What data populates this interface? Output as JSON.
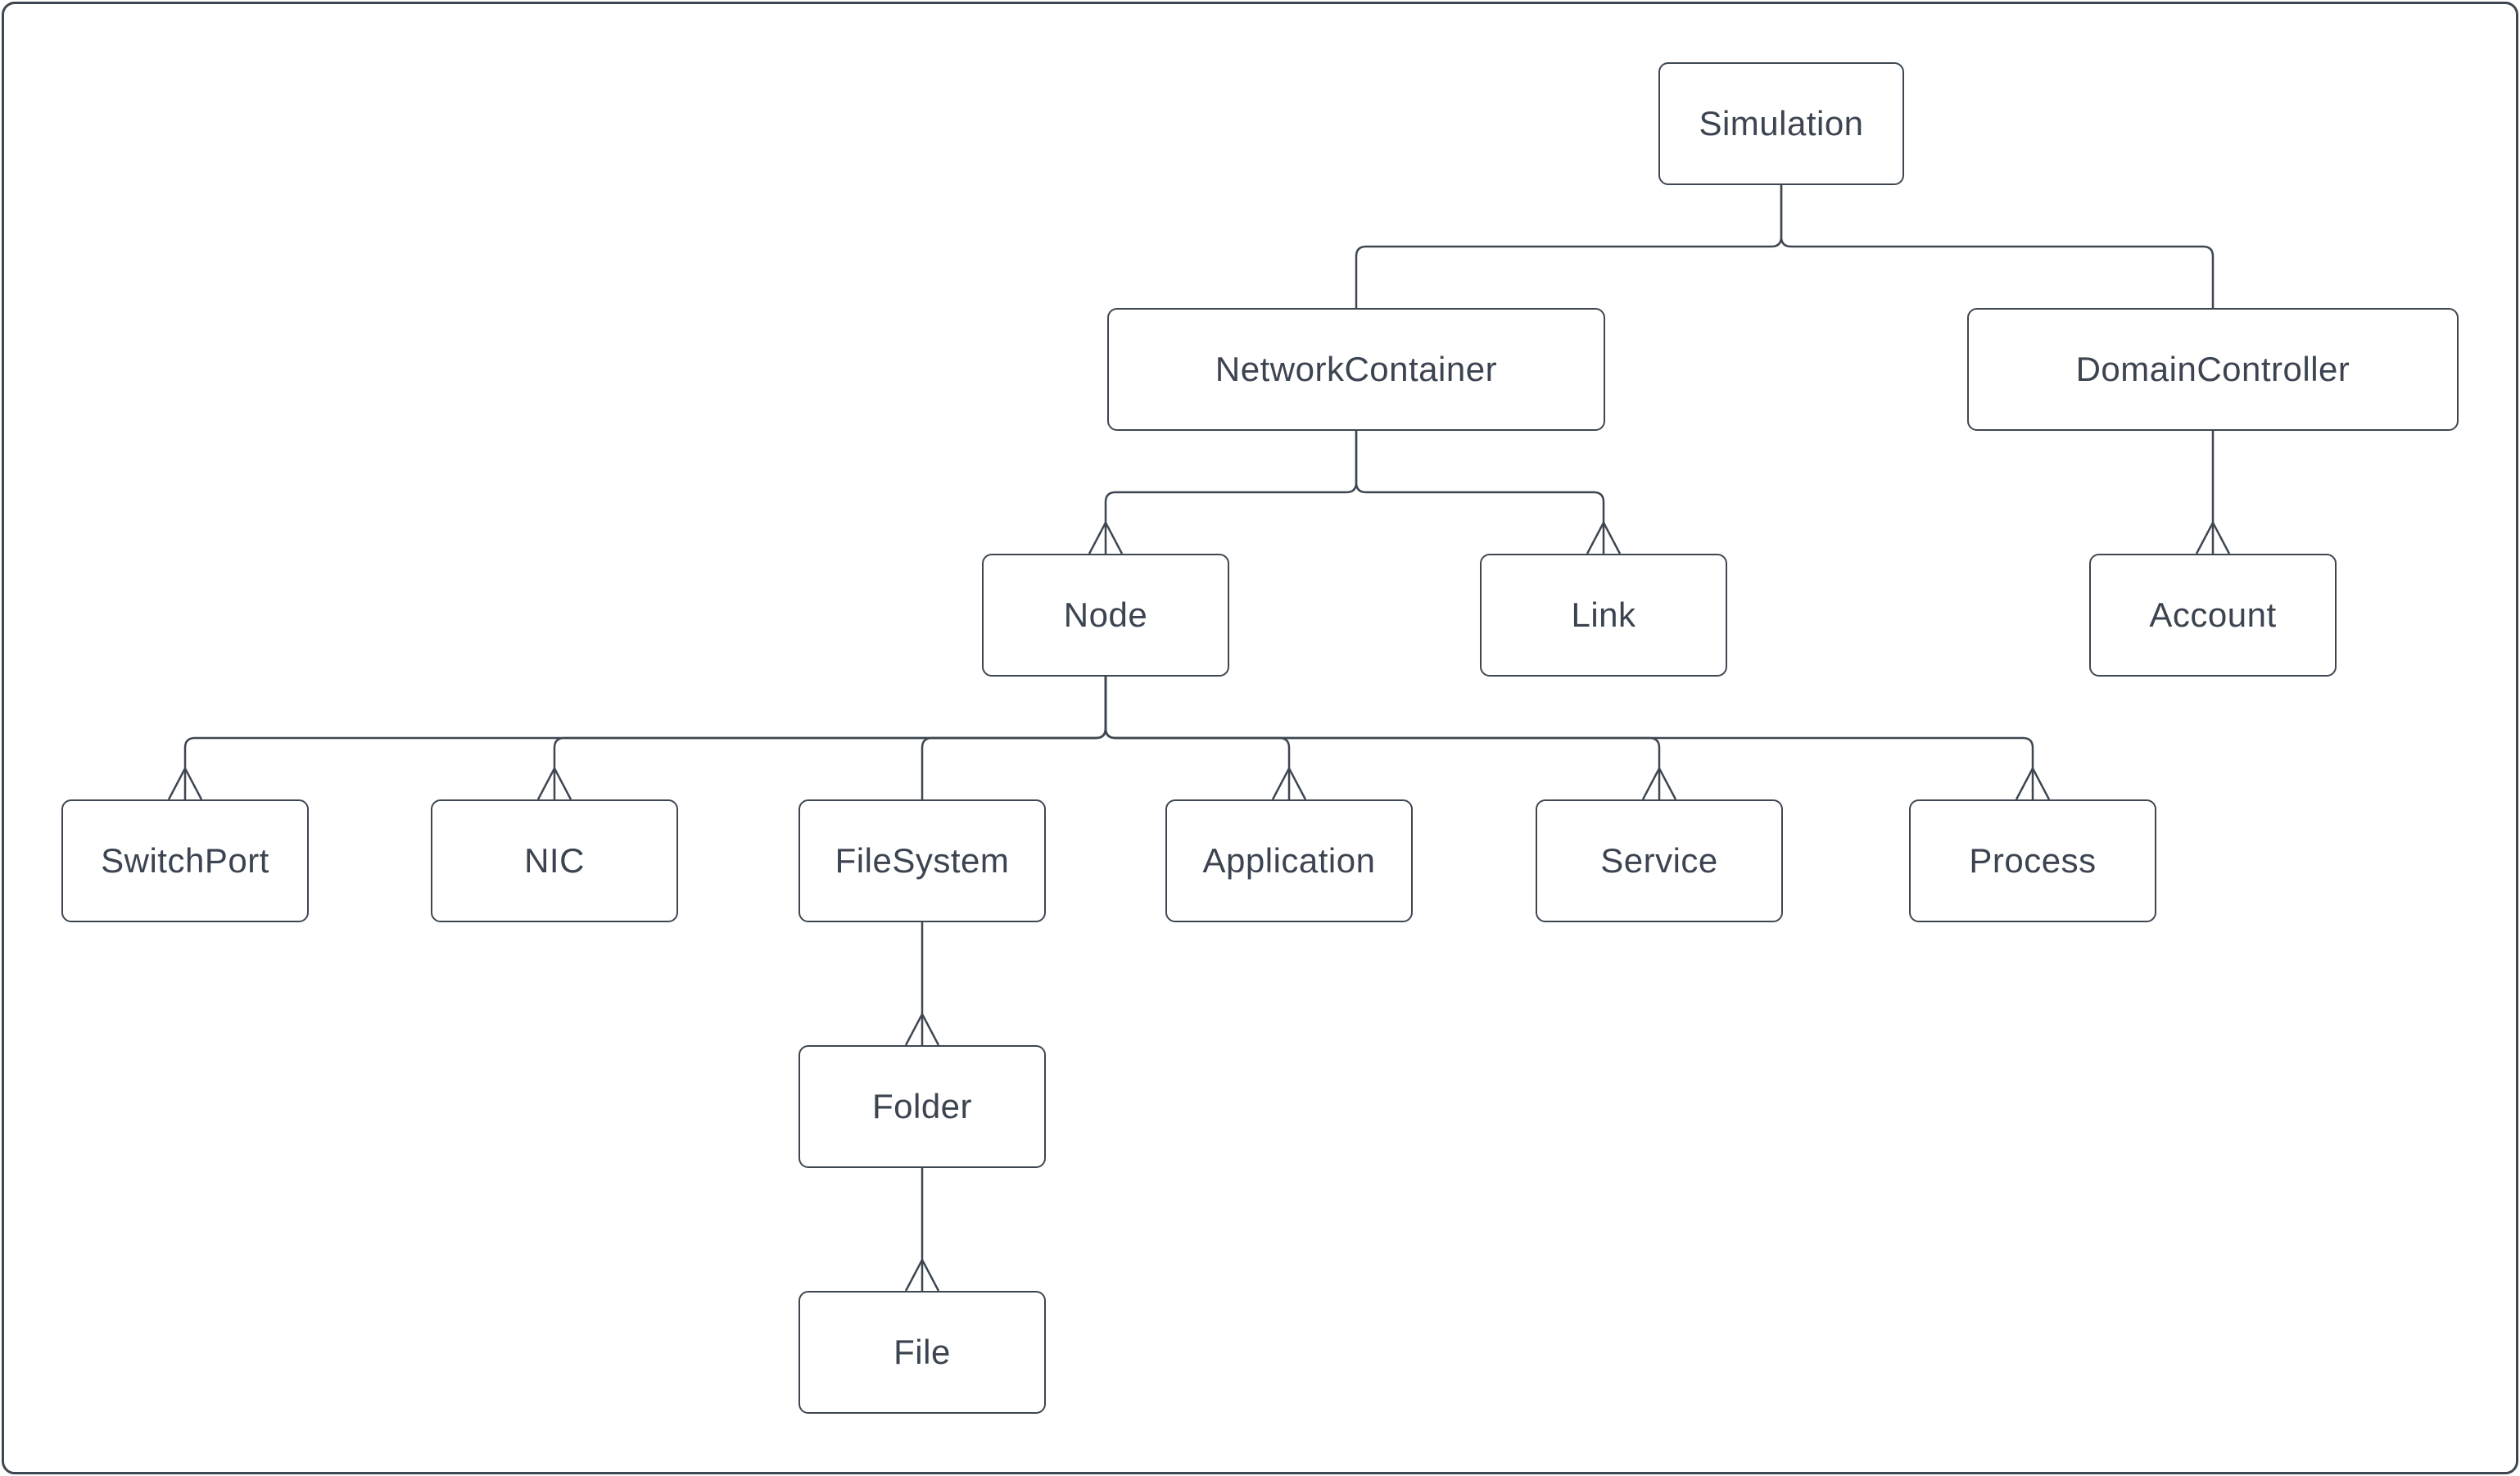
{
  "diagram": {
    "type": "hierarchy-tree",
    "colors": {
      "background": "#ffffff",
      "stroke": "#3e4751",
      "text": "#3b4450",
      "node_fill": "#ffffff"
    },
    "nodes": [
      {
        "id": "simulation",
        "label": "Simulation"
      },
      {
        "id": "network-container",
        "label": "NetworkContainer"
      },
      {
        "id": "domain-controller",
        "label": "DomainController"
      },
      {
        "id": "node",
        "label": "Node"
      },
      {
        "id": "link",
        "label": "Link"
      },
      {
        "id": "account",
        "label": "Account"
      },
      {
        "id": "switch-port",
        "label": "SwitchPort"
      },
      {
        "id": "nic",
        "label": "NIC"
      },
      {
        "id": "file-system",
        "label": "FileSystem"
      },
      {
        "id": "application",
        "label": "Application"
      },
      {
        "id": "service",
        "label": "Service"
      },
      {
        "id": "process",
        "label": "Process"
      },
      {
        "id": "folder",
        "label": "Folder"
      },
      {
        "id": "file",
        "label": "File"
      }
    ],
    "edges": [
      {
        "from": "simulation",
        "to": "network-container",
        "arrowhead": false
      },
      {
        "from": "simulation",
        "to": "domain-controller",
        "arrowhead": false
      },
      {
        "from": "network-container",
        "to": "node",
        "arrowhead": true
      },
      {
        "from": "network-container",
        "to": "link",
        "arrowhead": true
      },
      {
        "from": "domain-controller",
        "to": "account",
        "arrowhead": true
      },
      {
        "from": "node",
        "to": "switch-port",
        "arrowhead": true
      },
      {
        "from": "node",
        "to": "nic",
        "arrowhead": true
      },
      {
        "from": "node",
        "to": "file-system",
        "arrowhead": false
      },
      {
        "from": "node",
        "to": "application",
        "arrowhead": true
      },
      {
        "from": "node",
        "to": "service",
        "arrowhead": true
      },
      {
        "from": "node",
        "to": "process",
        "arrowhead": true
      },
      {
        "from": "file-system",
        "to": "folder",
        "arrowhead": true
      },
      {
        "from": "folder",
        "to": "file",
        "arrowhead": true
      }
    ]
  }
}
